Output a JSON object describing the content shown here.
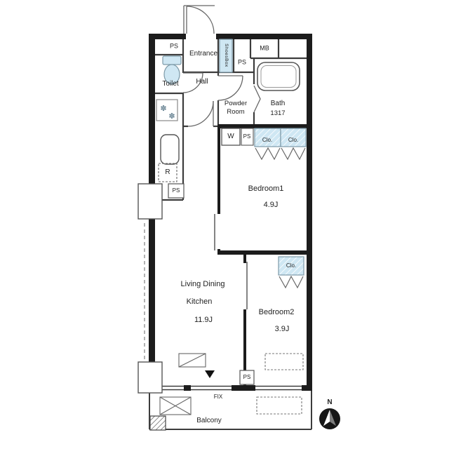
{
  "rooms": {
    "entrance": {
      "label": "Entrance"
    },
    "hall": {
      "label": "Hall"
    },
    "toilet": {
      "label": "Toilet"
    },
    "powder_room": {
      "label": "Powder Room"
    },
    "bath": {
      "label": "Bath",
      "size": "1317"
    },
    "bedroom1": {
      "label": "Bedroom1",
      "size": "4.9J"
    },
    "bedroom2": {
      "label": "Bedroom2",
      "size": "3.9J"
    },
    "living": {
      "label_line1": "Living Dining",
      "label_line2": "Kitchen",
      "size": "11.9J"
    },
    "balcony": {
      "label": "Balcony"
    }
  },
  "fixtures": {
    "shoes_box": {
      "label": "ShoesBox"
    },
    "meter_box": {
      "label": "MB"
    },
    "washer": {
      "label": "W"
    },
    "refrigerator": {
      "label": "R"
    },
    "closet_bedroom1_left": {
      "label": "Clo."
    },
    "closet_bedroom1_right": {
      "label": "Clo."
    },
    "closet_bedroom2": {
      "label": "Clo."
    },
    "window_fix": {
      "label": "FIX"
    }
  },
  "pipe_spaces": {
    "top_left": "PS",
    "entrance": "PS",
    "bedroom1": "PS",
    "kitchen": "PS",
    "bottom": "PS"
  },
  "compass": {
    "north": "N"
  },
  "icons": {
    "flower": "✽"
  },
  "colors": {
    "fixture_fill": "#cfe7f3",
    "wall": "#1c1c1c",
    "line": "#3c3c3c"
  }
}
